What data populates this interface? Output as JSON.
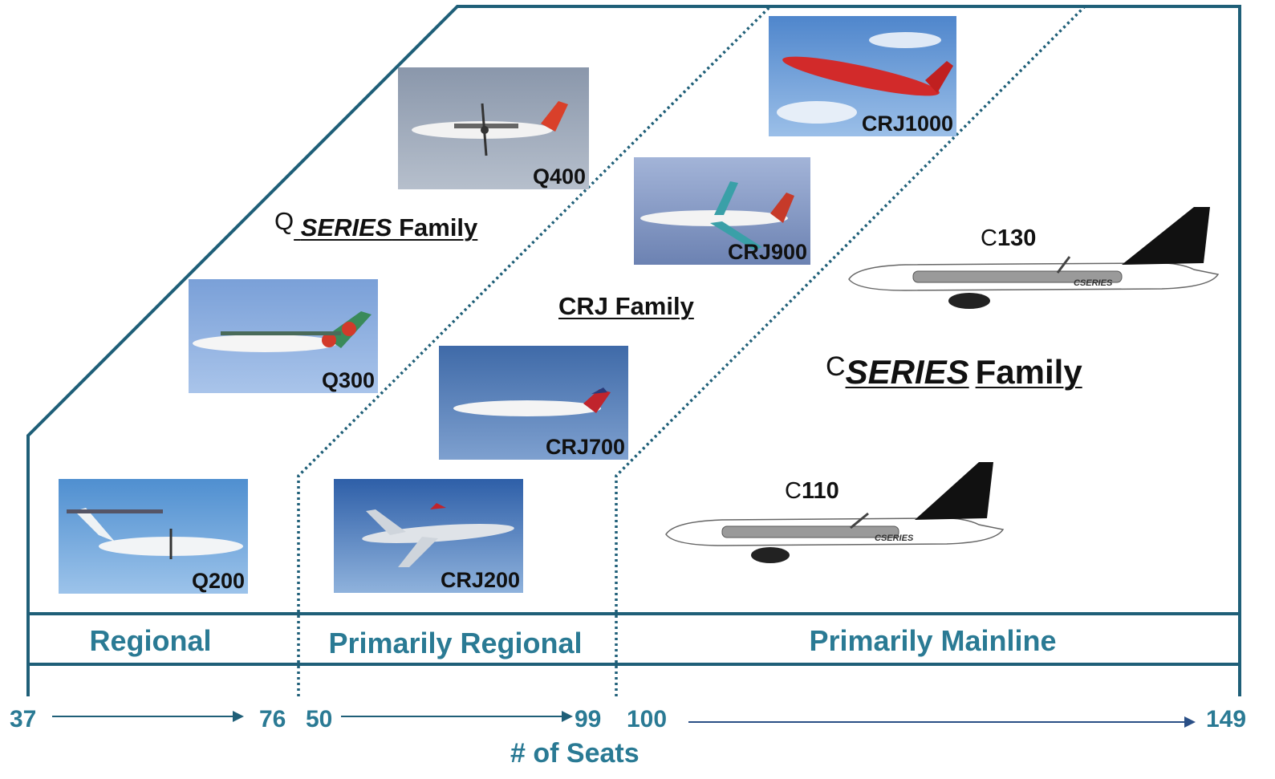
{
  "photos": {
    "q400": "Q400",
    "q300": "Q300",
    "q200": "Q200",
    "crj1000": "CRJ1000",
    "crj900": "CRJ900",
    "crj700": "CRJ700",
    "crj200": "CRJ200"
  },
  "families": {
    "q": {
      "prefix": "Q",
      "series": "SERIES",
      "suffix": " Family"
    },
    "crj": {
      "label": "CRJ Family"
    },
    "c": {
      "prefix": "C",
      "series": "SERIES",
      "suffix": "Family"
    }
  },
  "cseries": {
    "c130": {
      "prefix": "C",
      "number": "130"
    },
    "c110": {
      "prefix": "C",
      "number": "110"
    },
    "tail_logo": "CSERIES"
  },
  "bands": {
    "regional": "Regional",
    "primarily_regional": "Primarily Regional",
    "primarily_mainline": "Primarily Mainline"
  },
  "axis": {
    "r1_start": "37",
    "r1_end": "76",
    "r2_start": "50",
    "r2_end": "99",
    "r3_start": "100",
    "r3_end": "149",
    "title": "# of Seats"
  },
  "colors": {
    "outline": "#1f5f78",
    "label_blue": "#2a7a94",
    "sky": "#7a9ccc"
  }
}
